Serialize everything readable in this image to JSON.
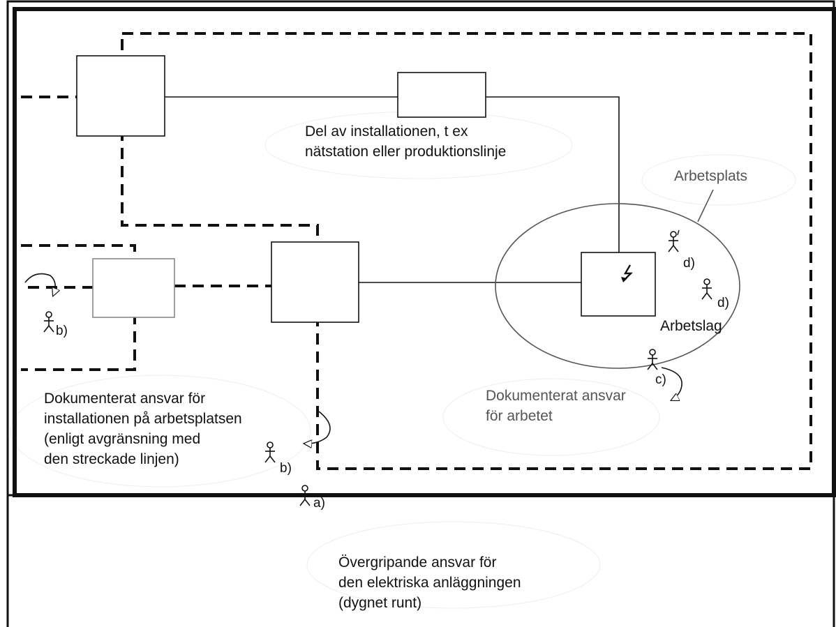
{
  "diagram": {
    "labels": {
      "installation_part": [
        "Del av installationen, t ex",
        "nätstation eller produktionslinje"
      ],
      "workplace": "Arbetsplats",
      "work_team": "Arbetslag",
      "work_responsibility": [
        "Dokumenterat ansvar",
        "för arbetet"
      ],
      "installation_responsibility": [
        "Dokumenterat ansvar för",
        "installationen på arbetsplatsen",
        "(enligt avgränsning med",
        "den streckade linjen)"
      ],
      "overall_responsibility": [
        "Övergripande ansvar för",
        "den elektriska anläggningen",
        "(dygnet runt)"
      ]
    },
    "roles": {
      "a": "a)",
      "b": "b)",
      "c": "c)",
      "d": "d)"
    },
    "icons": {
      "person": "stick-figure-icon",
      "hazard": "lightning-bolt-icon",
      "handover": "curved-arrow-icon"
    }
  }
}
